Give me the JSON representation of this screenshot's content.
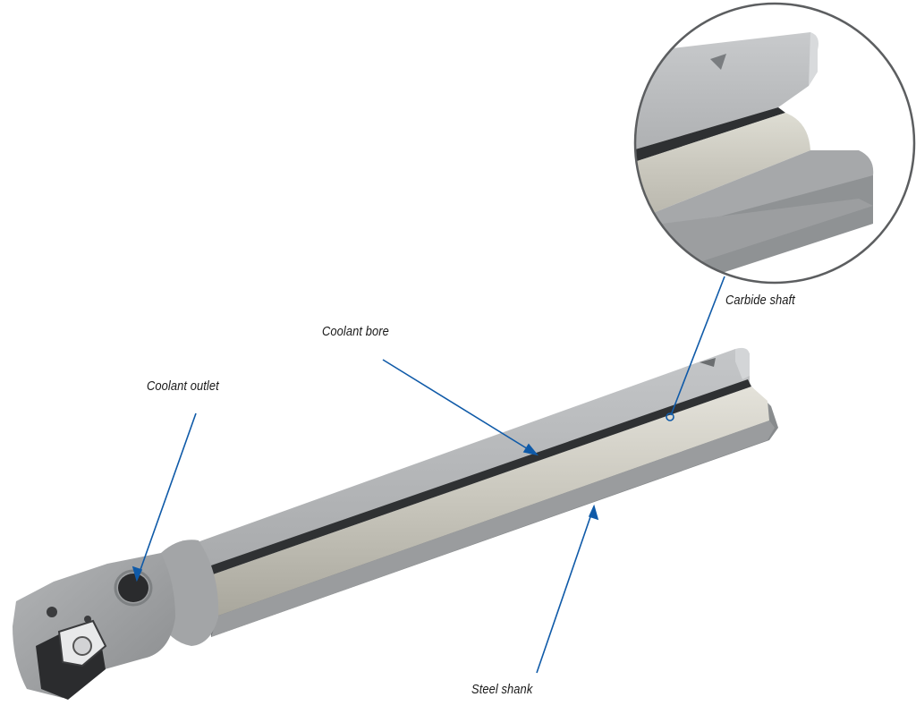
{
  "callouts": {
    "coolant_outlet": "Coolant outlet",
    "coolant_bore": "Coolant bore",
    "carbide_shaft": "Carbide shaft",
    "steel_shank": "Steel shank"
  },
  "colors": {
    "leader_line": "#0f5aa8",
    "steel": "#9fa2a4",
    "carbide": "#c9c7bc",
    "background": "#ffffff"
  }
}
